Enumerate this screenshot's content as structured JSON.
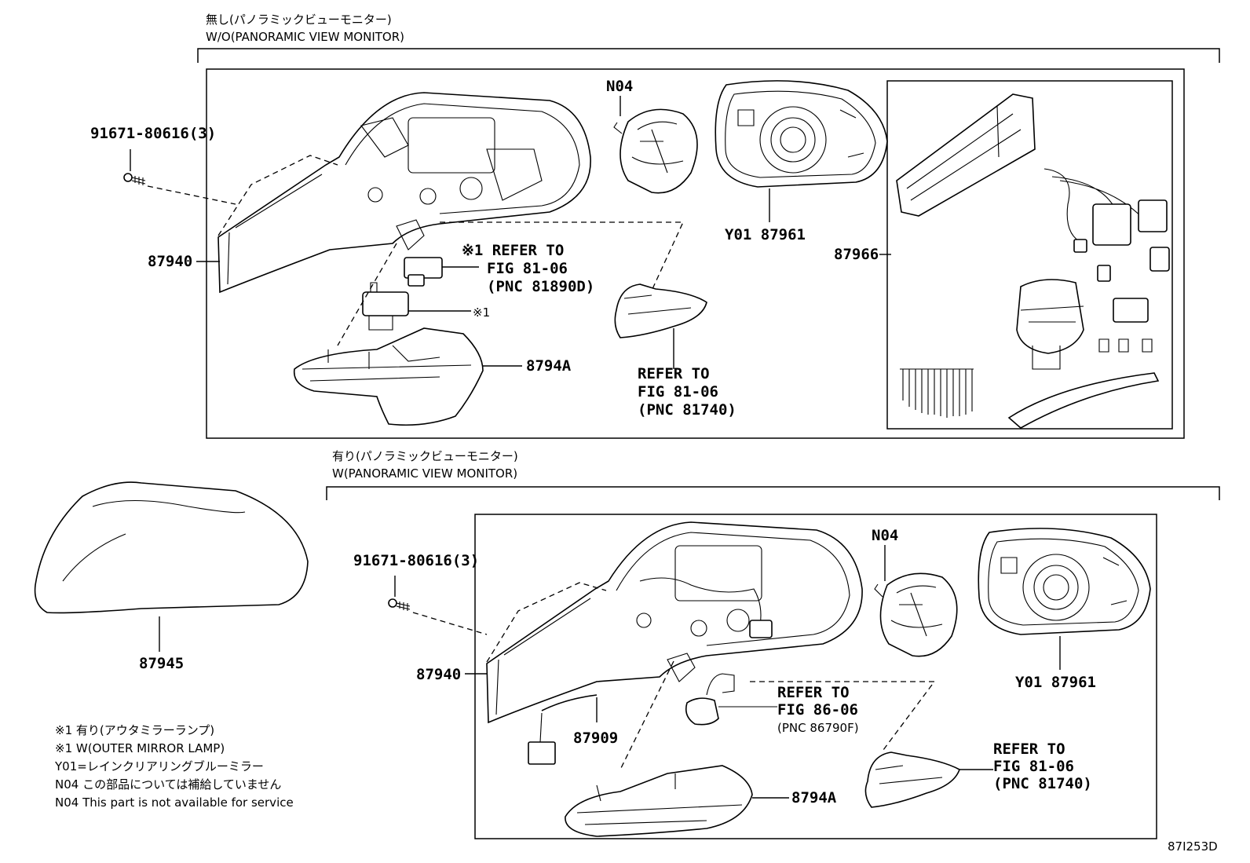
{
  "header_top": {
    "jp": "無し(パノラミックビューモニター)",
    "en": "W/O(PANORAMIC VIEW MONITOR)"
  },
  "header_bottom": {
    "jp": "有り(パノラミックビューモニター)",
    "en": "W(PANORAMIC VIEW MONITOR)"
  },
  "top_section": {
    "bolt": "91671-80616(3)",
    "mirror_assy": "87940",
    "n04": "N04",
    "mirror_glass": "Y01 87961",
    "harness": "87966",
    "lamp": "8794A",
    "ref1": [
      "※1 REFER TO",
      "FIG 81-06",
      "(PNC 81890D)"
    ],
    "mark1": "※1",
    "ref2": [
      "REFER TO",
      "FIG 81-06",
      "(PNC 81740)"
    ]
  },
  "cover": {
    "part": "87945"
  },
  "bottom_section": {
    "bolt": "91671-80616(3)",
    "mirror_assy": "87940",
    "n04": "N04",
    "mirror_glass": "Y01 87961",
    "lamp": "8794A",
    "cam": "87909",
    "ref1": [
      "REFER TO",
      "FIG 86-06",
      "(PNC 86790F)"
    ],
    "ref2": [
      "REFER TO",
      "FIG 81-06",
      "(PNC 81740)"
    ]
  },
  "notes": [
    "※1 有り(アウタミラーランプ)",
    "※1 W(OUTER MIRROR LAMP)",
    "Y01=レインクリアリングブルーミラー",
    "N04 この部品については補給していません",
    "N04 This part is not available for service"
  ],
  "figure_code": "87I253D"
}
